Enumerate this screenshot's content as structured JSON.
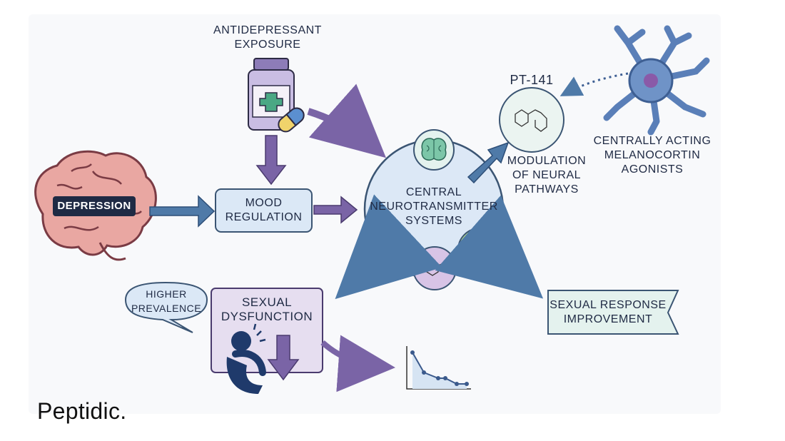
{
  "labels": {
    "antidepressant": "ANTIDEPRESSANT\nEXPOSURE",
    "depression": "DEPRESSION",
    "mood": "MOOD\nREGULATION",
    "central": "CENTRAL\nNEUROTRANSMITTER\nSYSTEMS",
    "pt141": "PT-141",
    "modulation": "MODULATION\nOF NEURAL\nPATHWAYS",
    "agonists": "CENTRALLY ACTING\nMELANOCORTIN\nAGONISTS",
    "higher_prevalence": "HIGHER\nPREVALENCE",
    "sexual_dysfunction": "SEXUAL\nDYSFUNCTION",
    "sexual_response": "SEXUAL RESPONSE\nIMPROVEMENT"
  },
  "brand": {
    "logo_text": "Peptidic."
  },
  "colors": {
    "arrow_blue": "#4f7aa8",
    "arrow_purple": "#7a64a6",
    "box_blue": "#dbe8f6",
    "box_purple": "#e6def0",
    "box_teal": "#e4f2ee",
    "brain_pink": "#e59a96",
    "neuron": "#5a7fb8",
    "hub_fill": "#dce8f6"
  }
}
